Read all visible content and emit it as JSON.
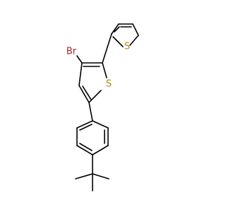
{
  "molecule": {
    "atom_labels": {
      "bromine": "Br",
      "sulfur_main_ring": "S",
      "sulfur_side_ring": "S"
    },
    "colors": {
      "bond": "#000000",
      "bromine": "#a52a2a",
      "sulfur": "#b8860b",
      "background": "#ffffff"
    }
  }
}
